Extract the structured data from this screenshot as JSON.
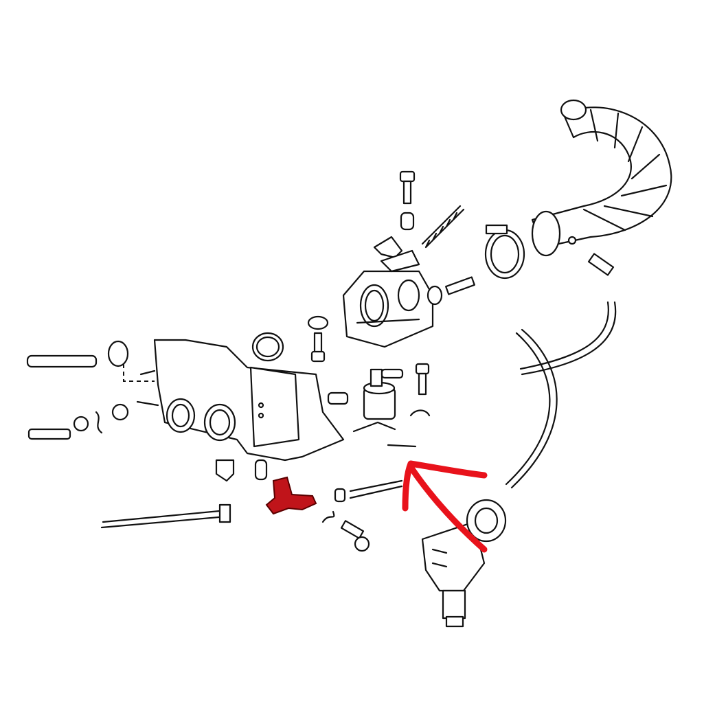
{
  "diagram": {
    "kind": "exploded-parts-diagram",
    "colors": {
      "line_art": "#111111",
      "background": "#ffffff",
      "highlight_part": "#c0141a",
      "annotation_arrow": "#e8121b"
    },
    "parts": [
      "air-intake-hose",
      "hose-clamp",
      "throttle-body",
      "throttle-return-spring",
      "intake-plenum-housing",
      "fuel-filter-canister",
      "vacuum-hose",
      "distributor",
      "highlighted-bracket",
      "bolts-and-washers"
    ],
    "annotation": "red-arrow-pointing-to-small-part"
  }
}
